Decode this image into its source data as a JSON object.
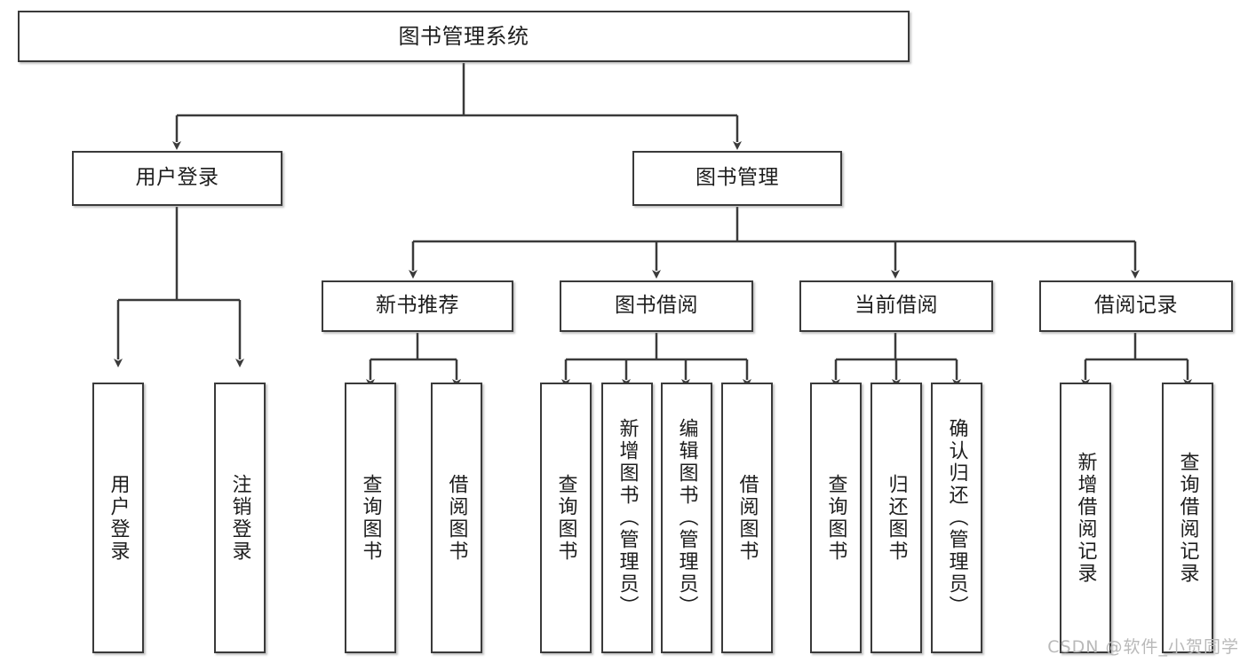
{
  "diagram": {
    "title": "图书管理系统",
    "watermark": "CSDN @软件_小贺同学",
    "root": {
      "label": "图书管理系统"
    },
    "level2": [
      {
        "label": "用户登录"
      },
      {
        "label": "图书管理"
      }
    ],
    "level3": [
      {
        "label": "新书推荐"
      },
      {
        "label": "图书借阅"
      },
      {
        "label": "当前借阅"
      },
      {
        "label": "借阅记录"
      }
    ],
    "leaves": {
      "user_login": [
        {
          "label": "用户登录"
        },
        {
          "label": "注销登录"
        }
      ],
      "new_book": [
        {
          "label": "查询图书"
        },
        {
          "label": "借阅图书"
        }
      ],
      "book_borrow": [
        {
          "label": "查询图书"
        },
        {
          "label": "新增图书（管理员）"
        },
        {
          "label": "编辑图书（管理员）"
        },
        {
          "label": "借阅图书"
        }
      ],
      "current_borrow": [
        {
          "label": "查询图书"
        },
        {
          "label": "归还图书"
        },
        {
          "label": "确认归还（管理员）"
        }
      ],
      "borrow_record": [
        {
          "label": "新增借阅记录"
        },
        {
          "label": "查询借阅记录"
        }
      ]
    }
  },
  "colors": {
    "stroke": "#3a3a3a",
    "fill": "#ffffff",
    "text": "#1d1d1d",
    "watermark": "#b9b9b9"
  }
}
